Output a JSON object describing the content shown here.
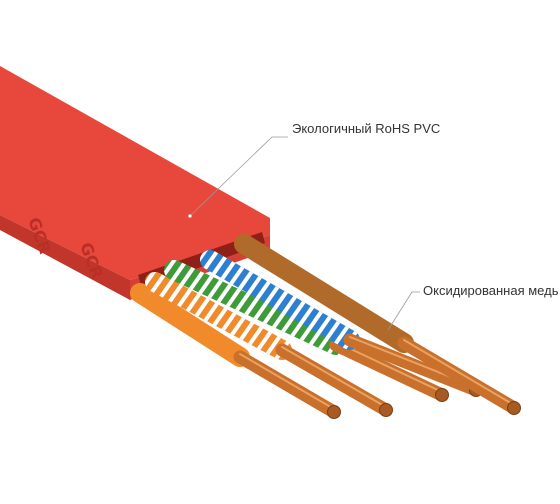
{
  "callouts": {
    "pvc": "Экологичный RoHS PVC",
    "copper": "Оксидированная медь"
  },
  "jacket_marking": [
    "GCR",
    "GCR"
  ],
  "colors": {
    "jacket": "#e8483c",
    "jacket_shadow": "#c2352b",
    "copper": "#c8702c",
    "leader_line": "#9a9a9a"
  },
  "conductors": [
    {
      "name": "orange",
      "insulation": "#f08a2a",
      "stripe": false
    },
    {
      "name": "orange-white",
      "insulation": "#f08a2a",
      "stripe": true
    },
    {
      "name": "green",
      "insulation": "#3f9b3a",
      "stripe": true
    },
    {
      "name": "blue",
      "insulation": "#2f7fd0",
      "stripe": true
    },
    {
      "name": "brown",
      "insulation": "#b06a2a",
      "stripe": false
    }
  ]
}
